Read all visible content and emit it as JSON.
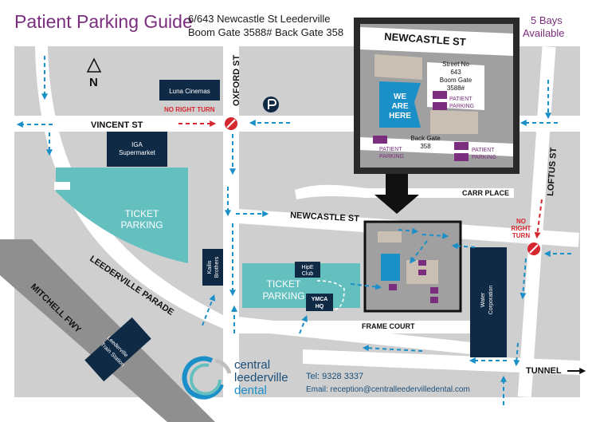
{
  "header": {
    "title": "Patient Parking Guide",
    "address_line1": "6/643 Newcastle St Leederville",
    "address_line2": "Boom Gate 3588#  Back Gate 358",
    "bays_line1": "5 Bays",
    "bays_line2": "Available"
  },
  "map": {
    "north": "N",
    "streets": {
      "oxford": "OXFORD ST",
      "vincent": "VINCENT ST",
      "newcastle": "NEWCASTLE ST",
      "carr": "CARR PLACE",
      "loftus": "LOFTUS ST",
      "leederville_parade": "LEEDERVILLE PARADE",
      "mitchell": "MITCHELL FWY",
      "frame": "FRAME COURT",
      "tunnel": "TUNNEL"
    },
    "no_right_turn_left": "NO RIGHT TURN",
    "no_right_turn_right": [
      "NO",
      "RIGHT",
      "TURN"
    ],
    "buildings": {
      "luna": "Luna Cinemas",
      "iga": [
        "IGA",
        "Supermarket"
      ],
      "kailis": [
        "Kailis",
        "Brothers"
      ],
      "hipe": [
        "HipE",
        "Club"
      ],
      "ymca": [
        "YMCA",
        "HQ"
      ],
      "water": [
        "Water",
        "Corporation"
      ],
      "train": [
        "Leederville",
        "Train Station"
      ]
    },
    "ticket_parking_top": [
      "TICKET",
      "PARKING"
    ],
    "ticket_parking_bottom": [
      "TICKET",
      "PARKING"
    ]
  },
  "inset": {
    "street": "NEWCASTLE ST",
    "we_are_here": [
      "WE",
      "ARE",
      "HERE"
    ],
    "street_no": [
      "Street No",
      "643",
      "Boom Gate",
      "3588#"
    ],
    "patient_parking": [
      "PATIENT",
      "PARKING"
    ],
    "back_gate": [
      "Back Gate",
      "358"
    ]
  },
  "brand": {
    "line1": "central",
    "line2": "leederville",
    "line3": "dental"
  },
  "contact": {
    "tel": "Tel: 9328 3337",
    "email": "Email: reception@centralleedervilledental.com"
  },
  "colors": {
    "purple": "#7b2d7e",
    "teal": "#64bfbf",
    "navy": "#0f2a45",
    "blue": "#1a8fc8",
    "red": "#d6262f",
    "road_bg": "#cfcfcf",
    "inset_bg": "#a0a0a0"
  }
}
